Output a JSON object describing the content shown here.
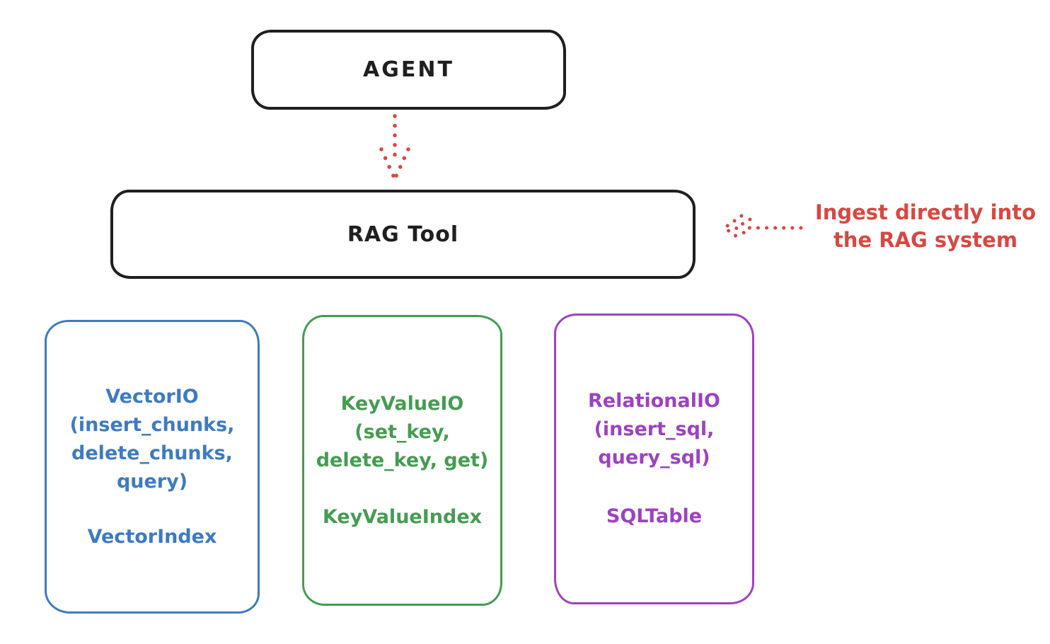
{
  "colors": {
    "ink": "#1f1f1f",
    "red_accent": "#d64843",
    "blue_store": "#3d7bc0",
    "green_store": "#459c52",
    "purple_store": "#9c42c0",
    "background": "#ffffff"
  },
  "nodes": {
    "agent": {
      "label": "AGENT"
    },
    "rag_tool": {
      "label": "RAG Tool"
    },
    "vector_io": {
      "title_lines": [
        "VectorIO",
        "(insert_chunks,",
        "delete_chunks,",
        "query)"
      ],
      "footer": "VectorIndex",
      "color": "#3d7bc0"
    },
    "key_value_io": {
      "title_lines": [
        "KeyValueIO",
        "(set_key,",
        "delete_key, get)"
      ],
      "footer": "KeyValueIndex",
      "color": "#459c52"
    },
    "relational_io": {
      "title_lines": [
        "RelationalIO",
        "(insert_sql,",
        "query_sql)"
      ],
      "footer": "SQLTable",
      "color": "#9c42c0"
    }
  },
  "annotation": {
    "lines": [
      "Ingest directly into",
      "the RAG system"
    ],
    "color": "#d64843"
  },
  "arrows": [
    {
      "name": "agent-to-rag-tool",
      "style": "dotted",
      "color": "#d64843",
      "direction": "down"
    },
    {
      "name": "ingest-into-rag-tool",
      "style": "dotted",
      "color": "#d64843",
      "direction": "left"
    }
  ]
}
